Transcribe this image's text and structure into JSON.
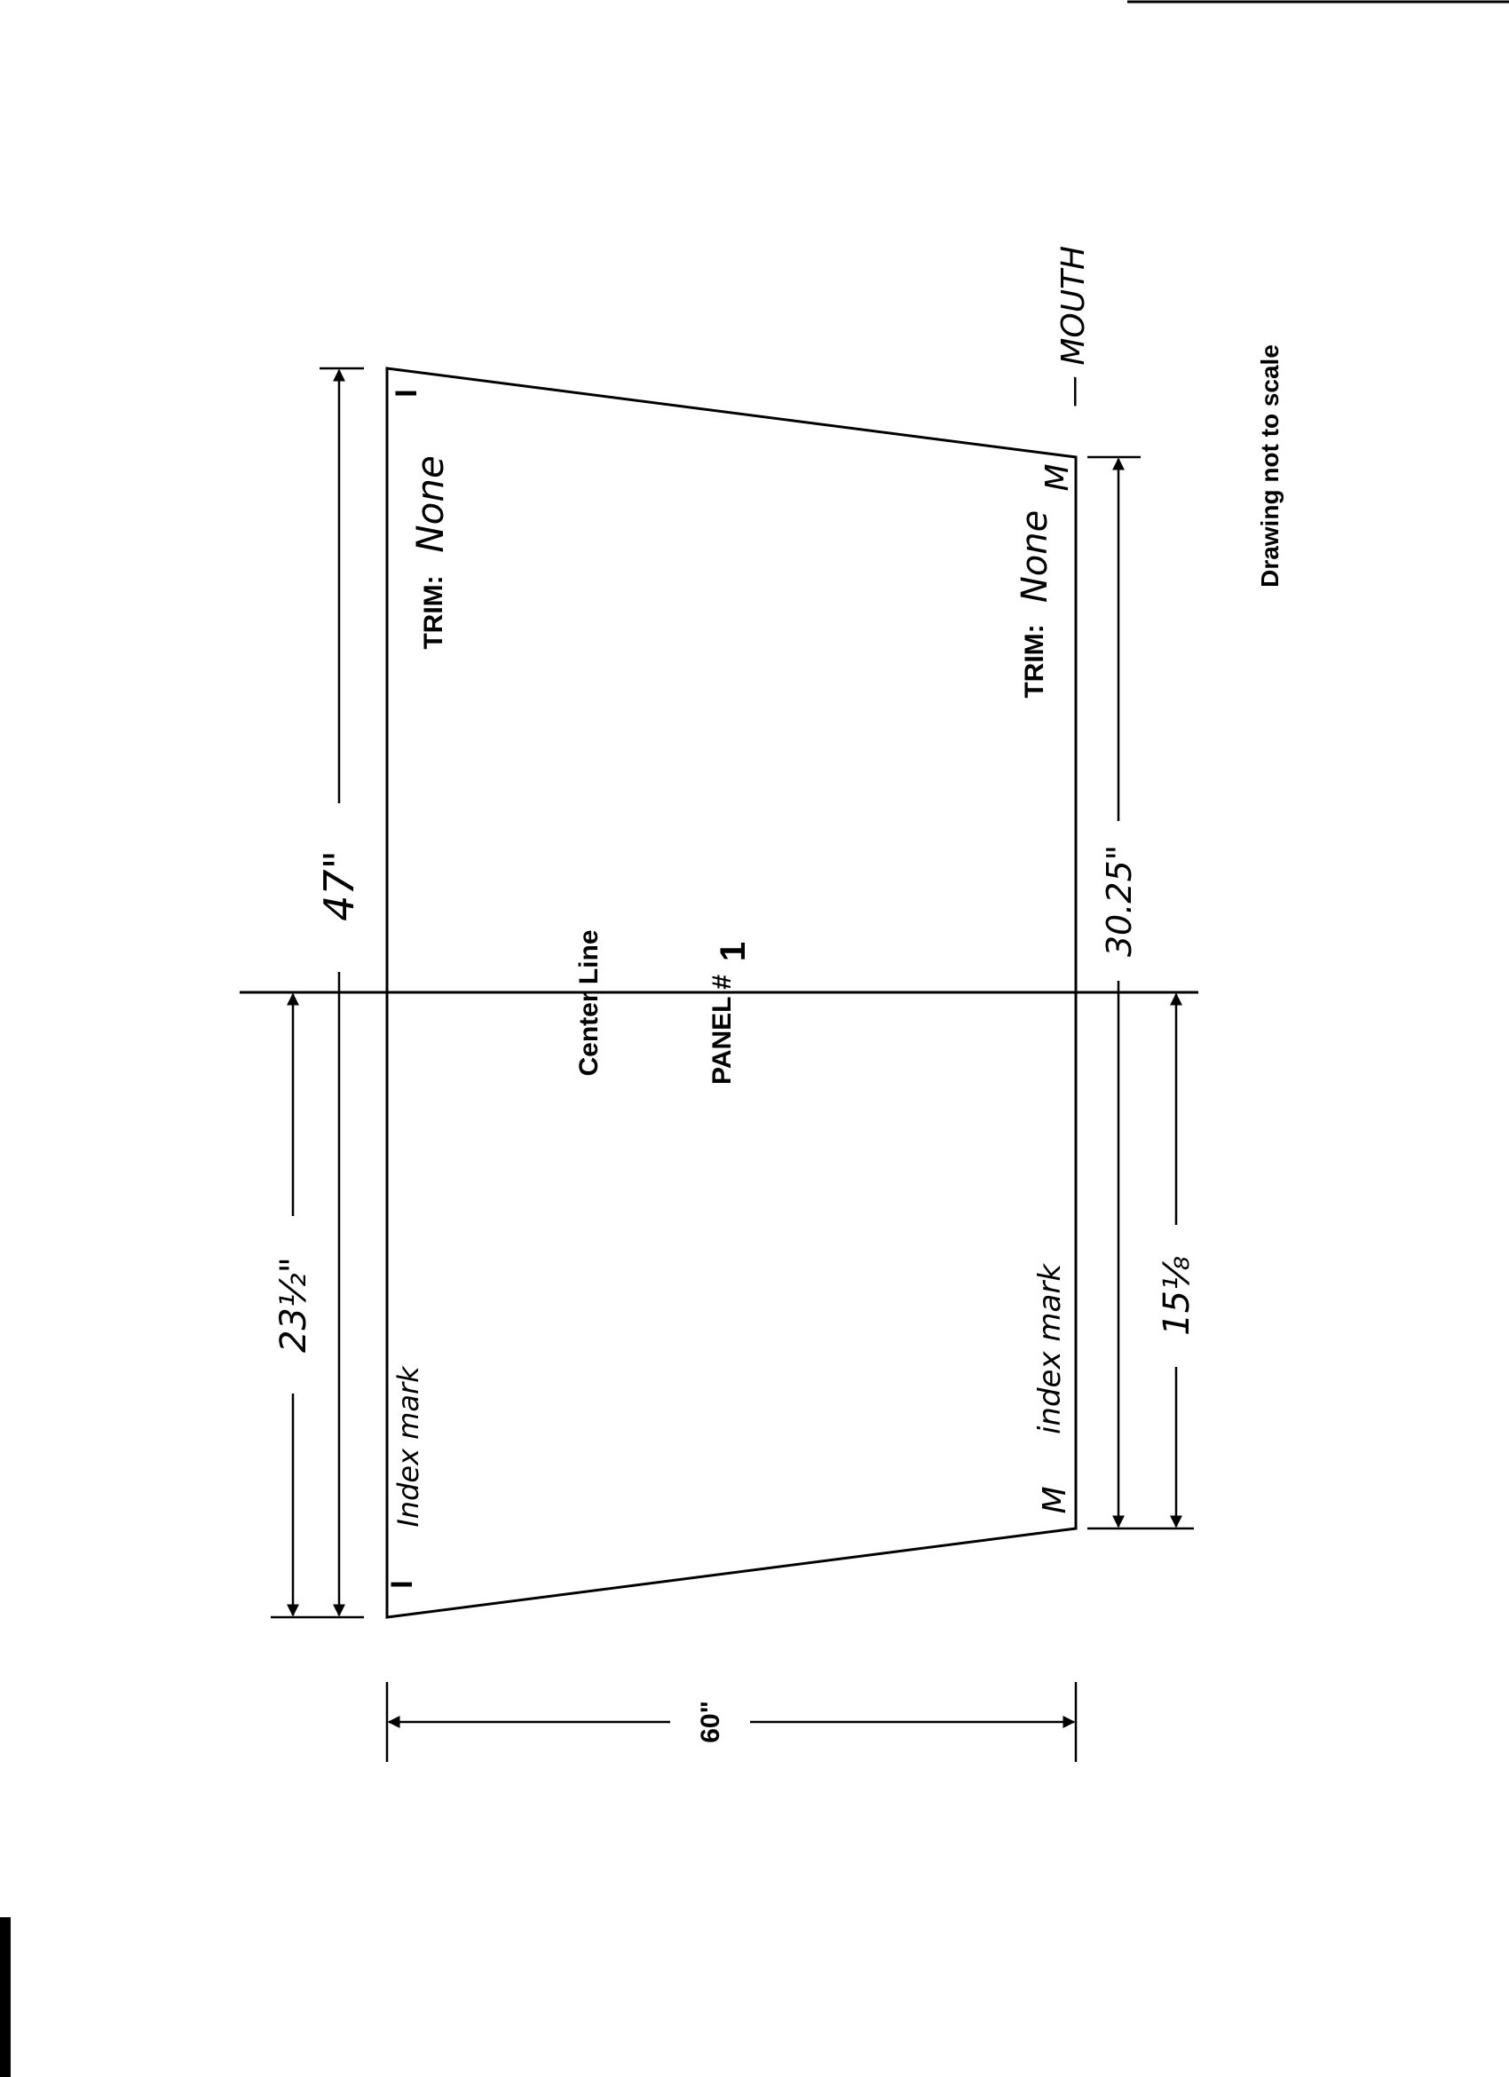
{
  "panel": {
    "label": "PANEL #",
    "number": "1"
  },
  "center_line_label": "Center Line",
  "trim": {
    "top_prefix": "TRIM:",
    "top_value": "None",
    "bottom_prefix": "TRIM:",
    "bottom_value": "None"
  },
  "corner_marks": {
    "top_left": "I",
    "top_right": "M",
    "bottom_left": "I",
    "bottom_right": "M"
  },
  "index_marks": {
    "left": "Index mark",
    "right": "index mark"
  },
  "mouth_label": "— MOUTH",
  "dimensions": {
    "left_total": "47\"",
    "left_half": "23½\"",
    "right_total": "30.25\"",
    "right_half": "15⅛",
    "length": "60\""
  },
  "note": "Drawing not to scale",
  "colors": {
    "ink": "#000000",
    "paper": "#ffffff"
  }
}
